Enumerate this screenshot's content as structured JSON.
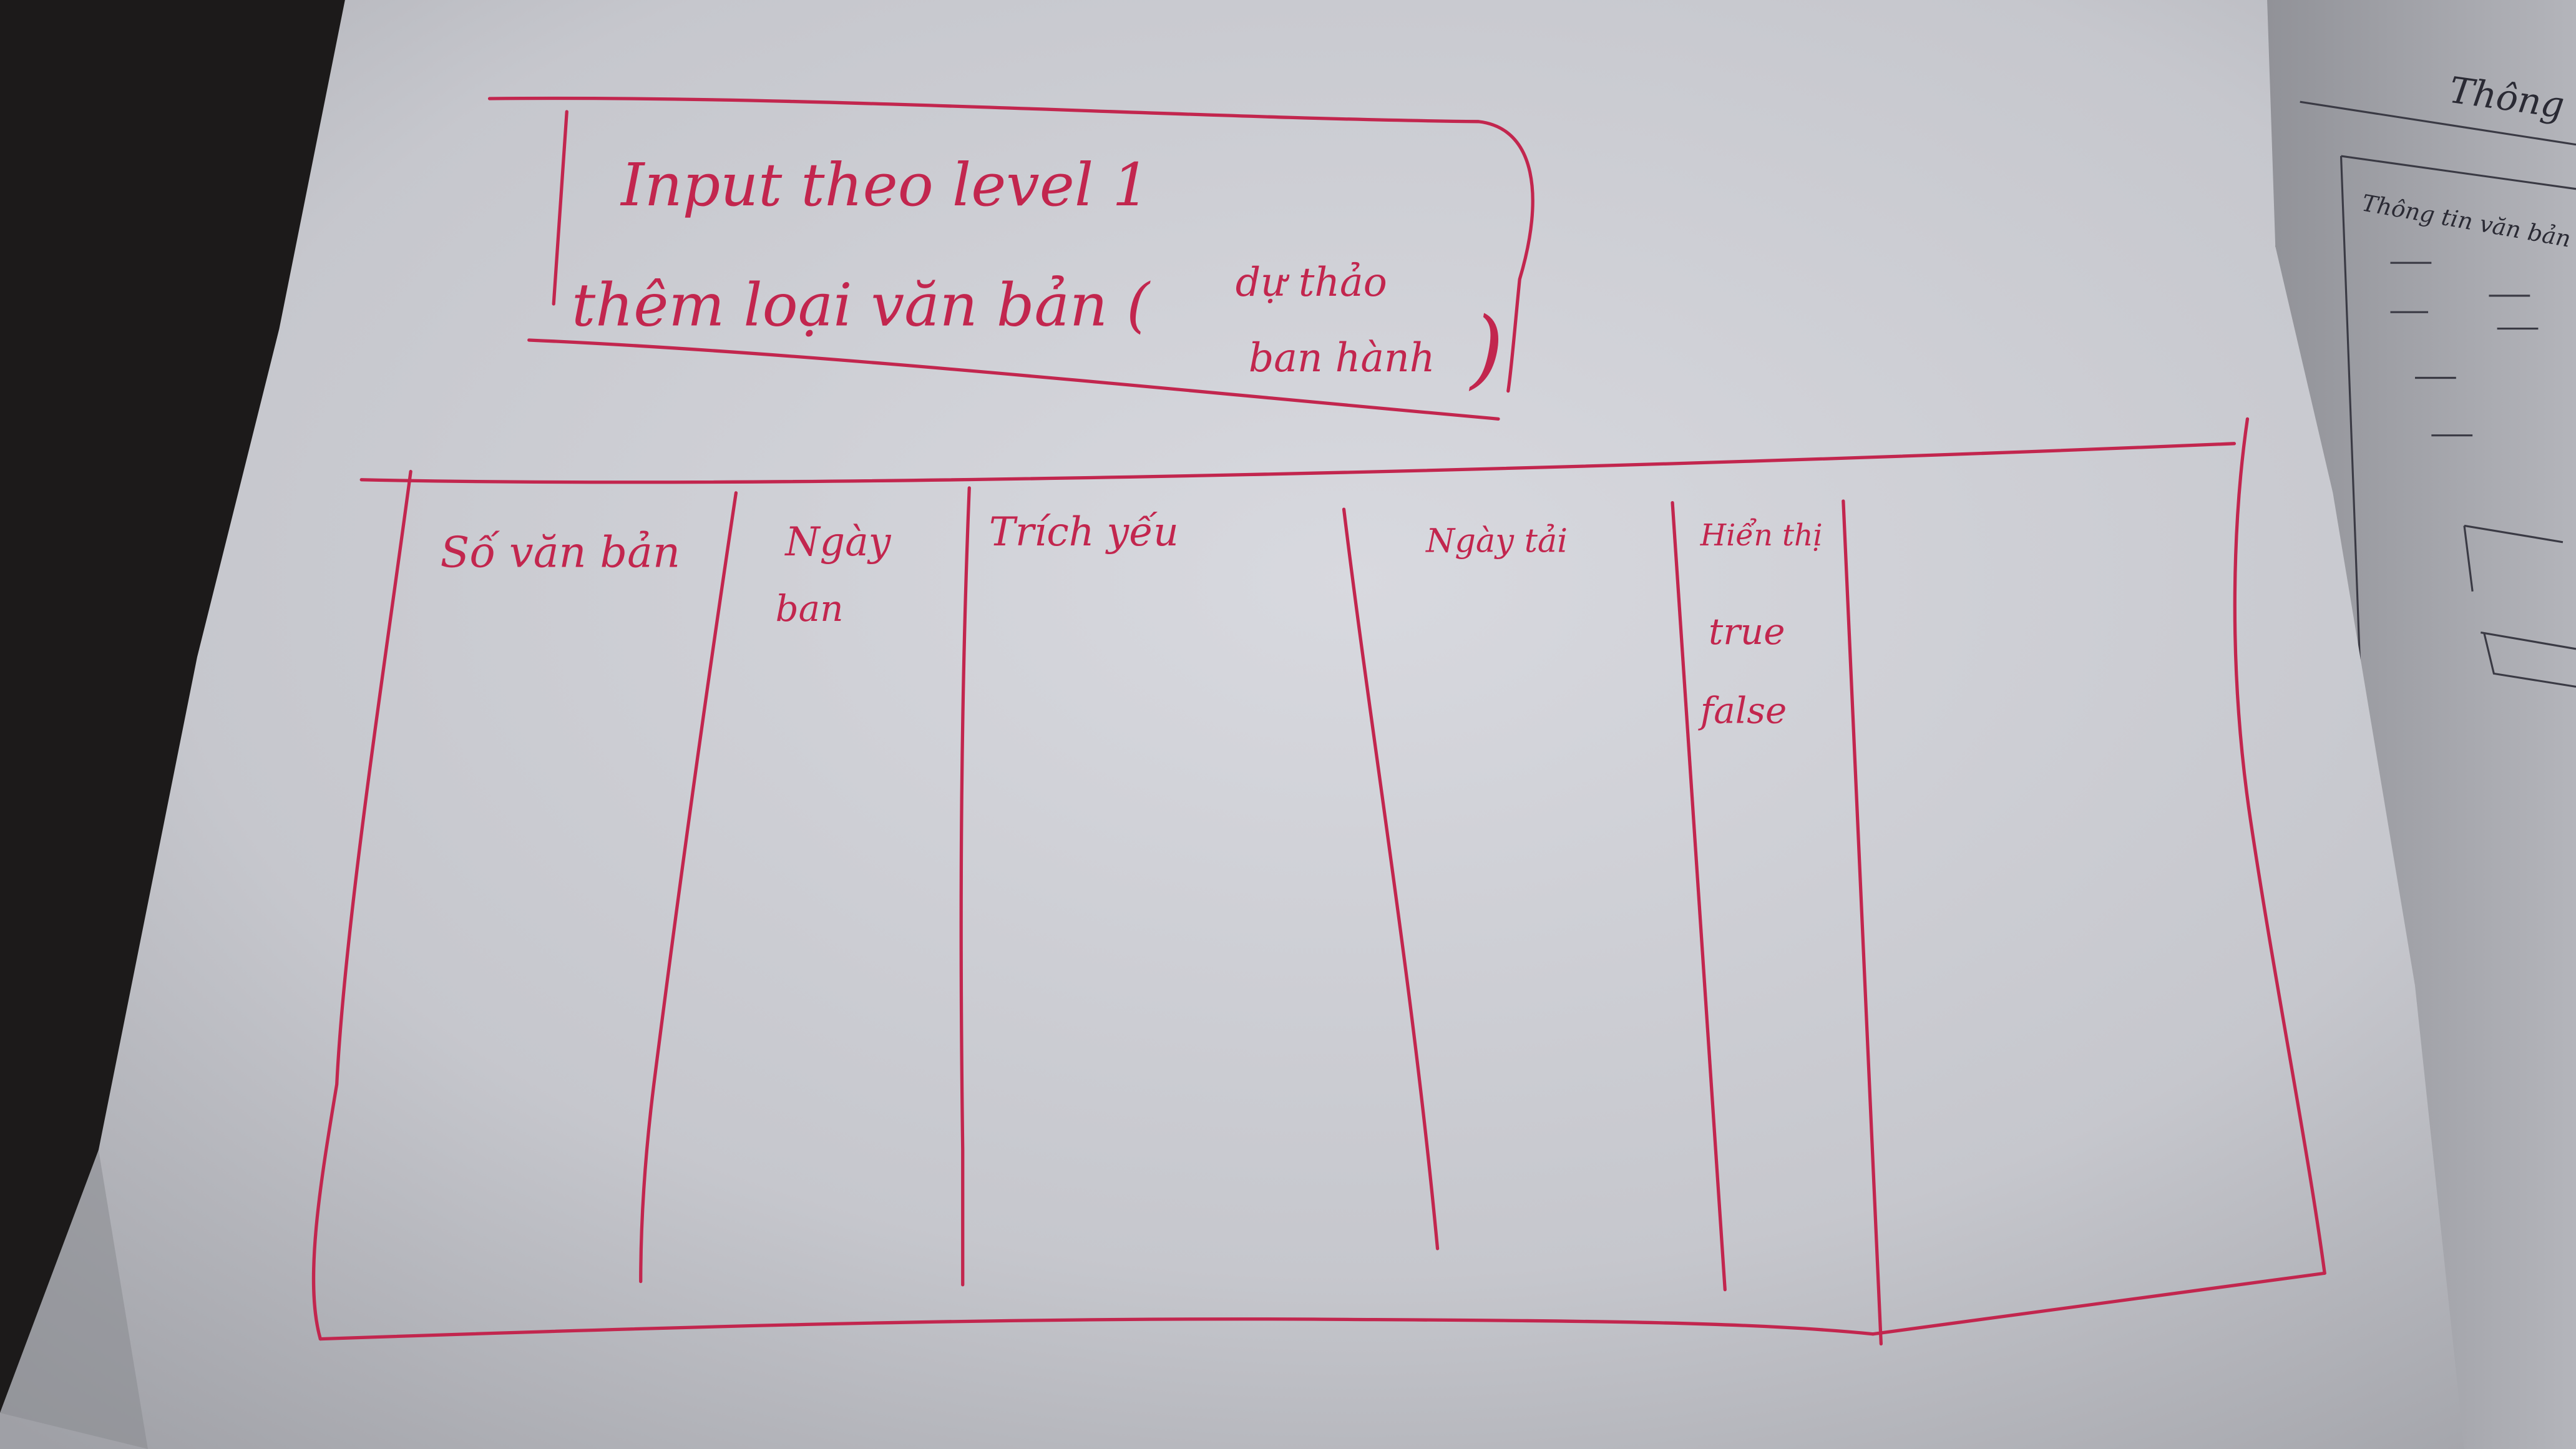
{
  "note": {
    "line1": "Input theo level 1",
    "line2": "thêm loại văn bản (",
    "line3": "dự thảo",
    "line4": "ban hành",
    "close_paren": ")"
  },
  "table": {
    "columns": [
      {
        "label": "Số văn bản"
      },
      {
        "label": "Ngày",
        "label2": "ban"
      },
      {
        "label": "Trích yếu"
      },
      {
        "label": "Ngày tải"
      },
      {
        "label": "Hiển thị",
        "values": [
          "true",
          "false"
        ]
      },
      {
        "label": ""
      }
    ]
  },
  "second_sheet": {
    "heading": "Thông",
    "subheading": "Thông tin văn bản"
  },
  "colors": {
    "ink": "#c2264e",
    "paper": "#cfd0d6",
    "background": "#1c1a1a"
  }
}
